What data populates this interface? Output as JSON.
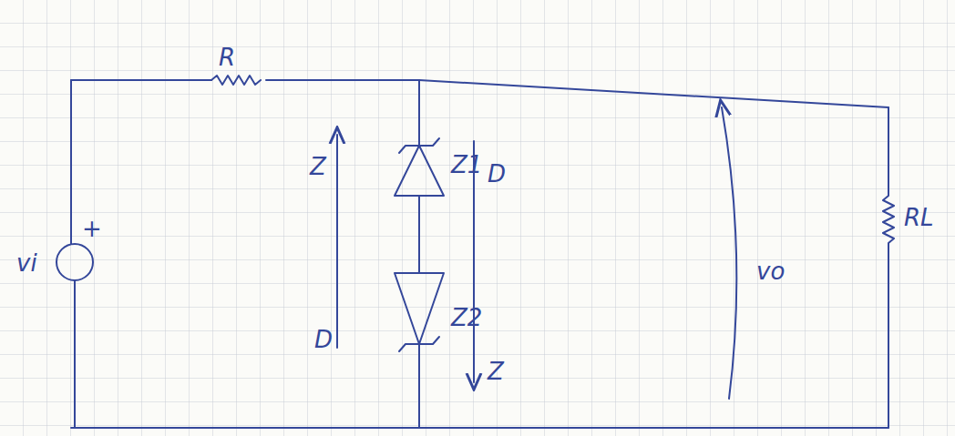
{
  "diagram": {
    "labels": [
      "R",
      "+",
      "vi",
      "Z",
      "D",
      "Z1",
      "Z2",
      "D",
      "Z",
      "vo",
      "RL"
    ]
  }
}
